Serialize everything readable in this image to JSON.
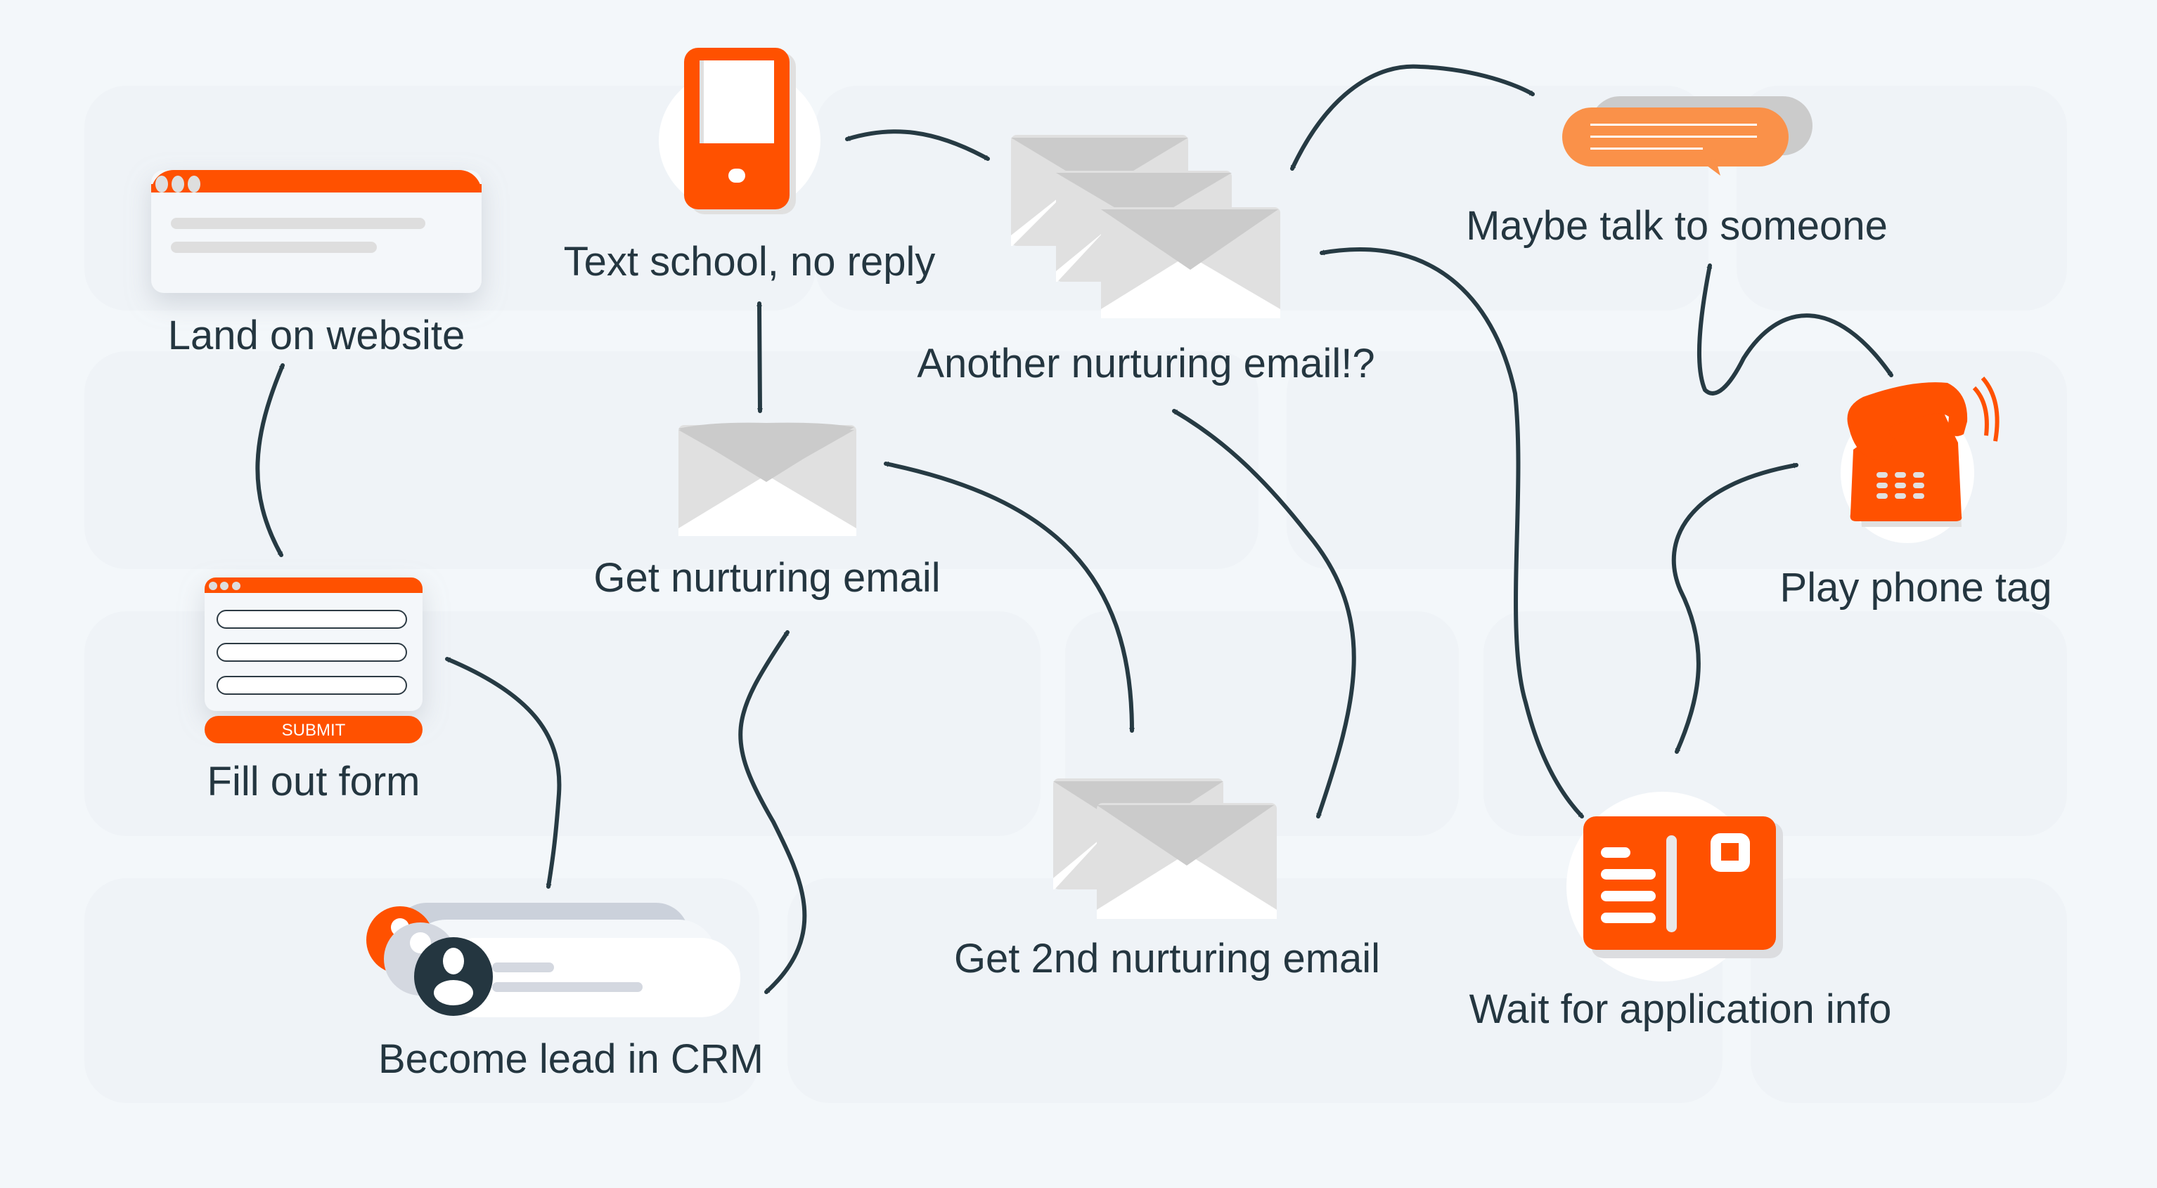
{
  "title": "Student inquiry journey",
  "colors": {
    "background": "#f3f7fa",
    "tile": "#eef1f6",
    "accent": "#ff5100",
    "accent_light": "#fa9149",
    "ink": "#243640",
    "envelope_dark": "#cbcbcb",
    "envelope_light": "#e0e0e0"
  },
  "steps": [
    {
      "id": "land",
      "label": "Land on website",
      "icon": "browser-window-icon"
    },
    {
      "id": "form",
      "label": "Fill out form",
      "icon": "web-form-icon",
      "button_label": "SUBMIT"
    },
    {
      "id": "crm",
      "label": "Become lead in CRM",
      "icon": "crm-contacts-icon"
    },
    {
      "id": "email1",
      "label": "Get nurturing email",
      "icon": "envelope-icon"
    },
    {
      "id": "text",
      "label": "Text school, no reply",
      "icon": "mobile-phone-icon"
    },
    {
      "id": "email3",
      "label": "Another nurturing email!?",
      "icon": "envelope-stack-icon"
    },
    {
      "id": "email2",
      "label": "Get 2nd nurturing email",
      "icon": "envelope-pair-icon"
    },
    {
      "id": "talk",
      "label": "Maybe talk to someone",
      "icon": "chat-bubble-icon"
    },
    {
      "id": "phonetag",
      "label": "Play phone tag",
      "icon": "ringing-telephone-icon"
    },
    {
      "id": "wait",
      "label": "Wait for application info",
      "icon": "postcard-icon"
    }
  ],
  "connections": [
    {
      "from": "land",
      "to": "form"
    },
    {
      "from": "form",
      "to": "crm"
    },
    {
      "from": "crm",
      "to": "email1"
    },
    {
      "from": "email1",
      "to": "text"
    },
    {
      "from": "text",
      "to": "email3"
    },
    {
      "from": "email1",
      "to": "email2"
    },
    {
      "from": "email2",
      "to": "email3"
    },
    {
      "from": "email3",
      "to": "talk"
    },
    {
      "from": "email3",
      "to": "wait"
    },
    {
      "from": "talk",
      "to": "phonetag"
    },
    {
      "from": "phonetag",
      "to": "wait"
    }
  ]
}
